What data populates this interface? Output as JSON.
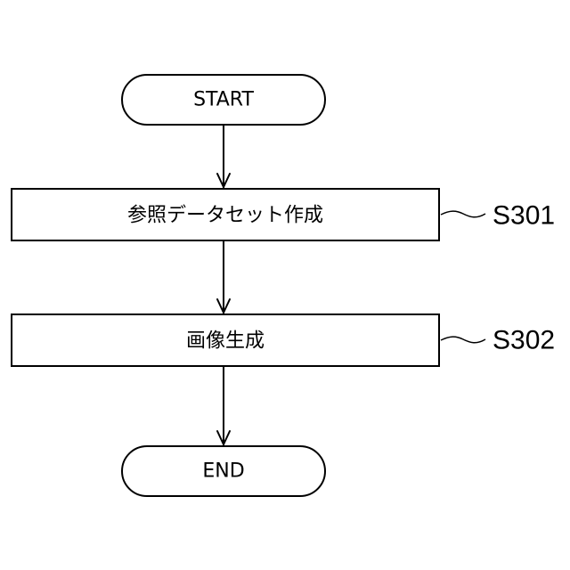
{
  "flowchart": {
    "start": {
      "label": "START"
    },
    "steps": [
      {
        "id": "S301",
        "label": "参照データセット作成"
      },
      {
        "id": "S302",
        "label": "画像生成"
      }
    ],
    "end": {
      "label": "END"
    }
  }
}
